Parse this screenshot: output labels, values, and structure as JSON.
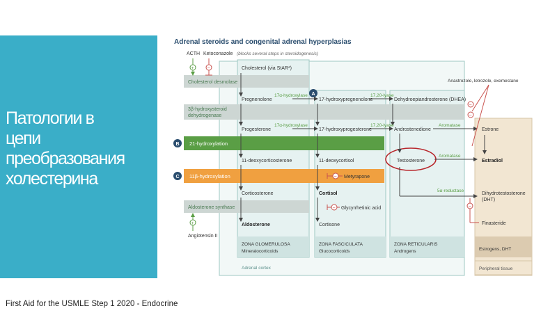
{
  "slide": {
    "title_lines": [
      "Патологии в",
      "цепи",
      "преобразования",
      "холестерина"
    ],
    "footer": "First Aid for the USMLE Step 1 2020 - Endocrine"
  },
  "diagram": {
    "title": "Adrenal steroids and congenital adrenal hyperplasias",
    "acth": "ACTH",
    "ketoconazole": "Ketoconazole",
    "ketoconazole_note": "(blocks several steps in steroidogenesis)",
    "plus": "+",
    "minus": "−",
    "cholesterol_desmolase": "Cholesterol desmolase",
    "hsd_line1": "3β-hydroxysteroid",
    "hsd_line2": "dehydrogenase",
    "hydroxylation_21": "21-hydroxylation",
    "hydroxylation_11": "11β-hydroxylation",
    "aldosterone_synthase": "Aldosterone synthase",
    "angiotensin": "Angiotensin II",
    "marker_a": "A",
    "marker_b": "B",
    "marker_c": "C",
    "glomerulosa": {
      "cholesterol": "Cholesterol (via StAR*)",
      "pregnenolone": "Pregnenolone",
      "progesterone": "Progesterone",
      "deoxycorticosterone": "11-deoxycorticosterone",
      "corticosterone": "Corticosterone",
      "aldosterone": "Aldosterone",
      "zone": "ZONA GLOMERULOSA",
      "zone_type": "Mineralocorticoids"
    },
    "fasciculata": {
      "hydroxypregnenolone": "17-hydroxypregnenolone",
      "hydroxyprogesterone": "17-hydroxyprogesterone",
      "deoxycortisol": "11-deoxycortisol",
      "cortisol": "Cortisol",
      "cortisone": "Cortisone",
      "zone": "ZONA FASCICULATA",
      "zone_type": "Glucocorticoids"
    },
    "reticularis": {
      "dhea": "Dehydroepiandrosterone (DHEA)",
      "androstenedione": "Androstenedione",
      "testosterone": "Testosterone",
      "zone": "ZONA RETICULARIS",
      "zone_type": "Androgens"
    },
    "peripheral": {
      "estrone": "Estrone",
      "estradiol": "Estradiol",
      "dht_line1": "Dihydrotestosterone",
      "dht_line2": "(DHT)",
      "zone": "Estrogens, DHT",
      "tissue": "Peripheral tissue"
    },
    "enzymes": {
      "alpha17_1": "17α-hydroxylase",
      "alpha17_2": "17α-hydroxylase",
      "lyase_1": "17,20-lyase",
      "lyase_2": "17,20-lyase",
      "aromatase_1": "Aromatase",
      "aromatase_2": "Aromatase",
      "reductase": "5α-reductase"
    },
    "drugs": {
      "metyrapone": "Metyrapone",
      "glycyrrhetinic": "Glycyrrhetinic acid",
      "inhibitors": "Anastrozole, letrozole, exemestane",
      "finasteride": "Finasteride"
    },
    "adrenal_cortex": "Adrenal cortex"
  },
  "colors": {
    "teal_panel": "#3aaec8",
    "green_band": "#5a9e45",
    "orange_band": "#f0a040",
    "gray_band": "#cdd6d3",
    "zone_fill": "#e6f2f1",
    "peripheral_fill": "#f2e6d2",
    "inhibit_red": "#c9534f",
    "testosterone_circle": "#b8262b"
  }
}
